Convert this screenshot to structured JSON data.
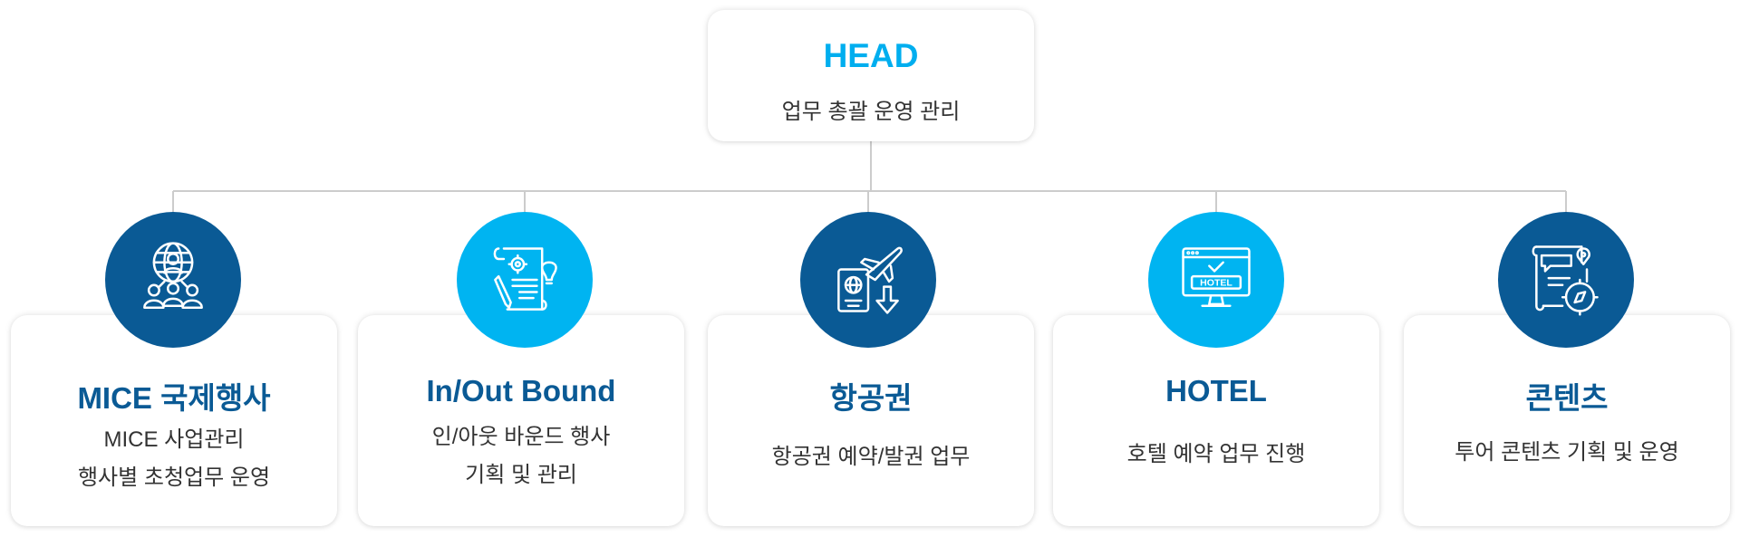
{
  "head": {
    "title": "HEAD",
    "description": "업무 총괄 운영 관리"
  },
  "colors": {
    "dark_blue": "#0a5a95",
    "light_blue": "#00b4f1",
    "line": "#cccccc"
  },
  "nodes": [
    {
      "title": "MICE 국제행사",
      "lines": [
        "MICE 사업관리",
        "행사별 초청업무 운영"
      ],
      "icon": "globe-people-icon",
      "circle_color": "dark"
    },
    {
      "title": "In/Out Bound",
      "lines": [
        "인/아웃 바운드 행사",
        "기획 및 관리"
      ],
      "icon": "document-gear-bulb-icon",
      "circle_color": "light"
    },
    {
      "title": "항공권",
      "lines": [
        "항공권 예약/발권 업무"
      ],
      "icon": "passport-plane-icon",
      "circle_color": "dark"
    },
    {
      "title": "HOTEL",
      "lines": [
        "호텔 예약 업무 진행"
      ],
      "icon": "hotel-monitor-icon",
      "circle_color": "light"
    },
    {
      "title": "콘텐츠",
      "lines": [
        "투어 콘텐츠 기획 및 운영"
      ],
      "icon": "map-compass-icon",
      "circle_color": "dark"
    }
  ],
  "icon_labels": {
    "hotel": "HOTEL"
  }
}
